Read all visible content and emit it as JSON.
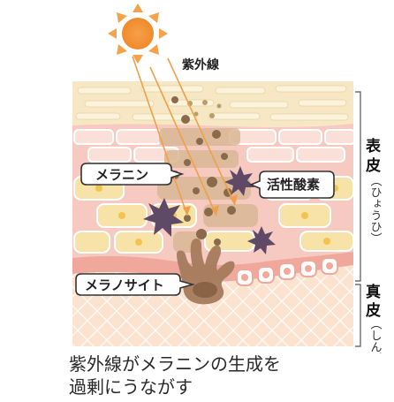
{
  "uv_label": "紫外線",
  "callouts": {
    "melanin": "メラニン",
    "active_oxygen": "活性酸素",
    "melanocyte": "メラノサイト"
  },
  "side_labels": {
    "epidermis": {
      "kanji": [
        "表",
        "皮"
      ],
      "reading": "（ひょうひ）"
    },
    "dermis": {
      "kanji": [
        "真",
        "皮"
      ],
      "reading": "（しんぴ）"
    }
  },
  "caption": {
    "line1": "紫外線がメラニンの生成を",
    "line2": "過剰にうながす"
  },
  "colors": {
    "sun": "#f39a3c",
    "ray": "#f0a04a",
    "stratum_corneum": "#f6e8c4",
    "epidermis_pink": "#f6c9c1",
    "epidermis_yellow": "#f7e2a8",
    "dermis": "#fbe3cf",
    "melanin": "#8a6a4a",
    "active_oxygen": "#5e4a66"
  }
}
